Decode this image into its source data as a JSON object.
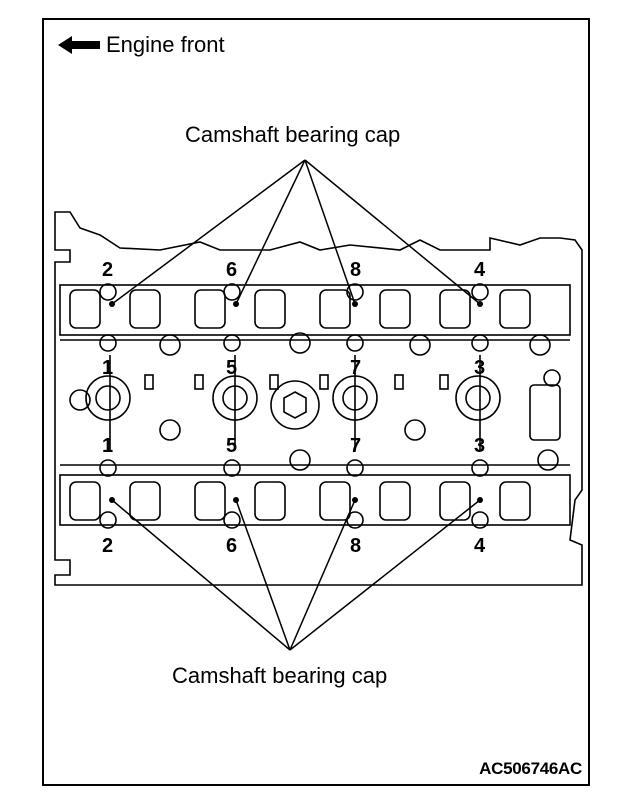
{
  "header": {
    "front_label": "Engine front",
    "front_arrow_icon": "left-arrow-icon"
  },
  "callouts": {
    "top": "Camshaft bearing cap",
    "bottom": "Camshaft bearing cap"
  },
  "bearing_numbers": {
    "top_row_upper": [
      "2",
      "6",
      "8",
      "4"
    ],
    "top_row_lower": [
      "1",
      "5",
      "7",
      "3"
    ],
    "bottom_row_upper": [
      "1",
      "5",
      "7",
      "3"
    ],
    "bottom_row_lower": [
      "2",
      "6",
      "8",
      "4"
    ]
  },
  "figure_id": "AC506746AC",
  "colors": {
    "line": "#000000",
    "background": "#ffffff"
  }
}
